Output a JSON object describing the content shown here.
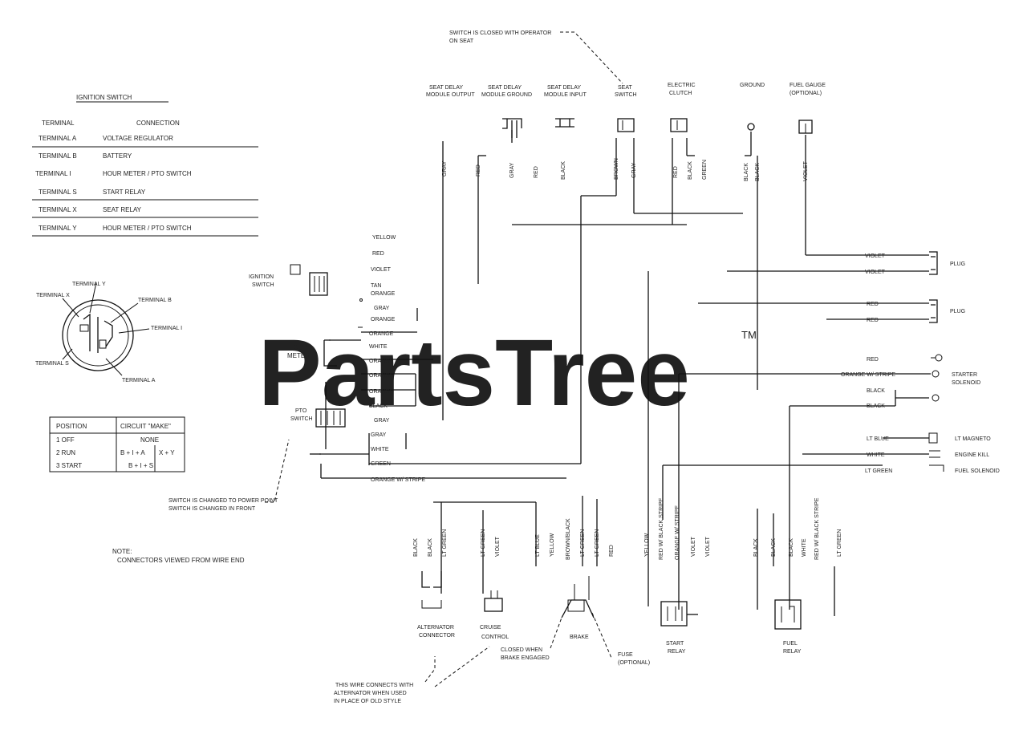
{
  "watermark": {
    "text": "PartsTree",
    "tm": "TM"
  },
  "ignition_table": {
    "title": "IGNITION SWITCH",
    "col1": "TERMINAL",
    "col2": "CONNECTION",
    "rows": [
      [
        "TERMINAL A",
        "VOLTAGE REGULATOR"
      ],
      [
        "TERMINAL B",
        "BATTERY"
      ],
      [
        "TERMINAL I",
        "HOUR METER / PTO SWITCH"
      ],
      [
        "TERMINAL S",
        "START RELAY"
      ],
      [
        "TERMINAL X",
        "SEAT RELAY"
      ],
      [
        "TERMINAL Y",
        "HOUR METER / PTO SWITCH"
      ]
    ]
  },
  "ignition_diagram": {
    "labels": [
      "TERMINAL Y",
      "TERMINAL X",
      "TERMINAL B",
      "TERMINAL I",
      "TERMINAL S",
      "TERMINAL A"
    ]
  },
  "position_table": {
    "col1": "POSITION",
    "col2": "CIRCUIT \"MAKE\"",
    "rows": [
      [
        "1 OFF",
        "NONE",
        ""
      ],
      [
        "2 RUN",
        "B + I + A",
        "X + Y"
      ],
      [
        "3 START",
        "B + I + S",
        ""
      ]
    ]
  },
  "note": {
    "title": "NOTE:",
    "text": "CONNECTORS VIEWED FROM WIRE END"
  },
  "switch_note": {
    "text": "SWITCH IS CLOSED WITH OPERATOR",
    "text2": "ON SEAT"
  },
  "top_components": [
    {
      "name": "SEAT DELAY",
      "name2": "MODULE OUTPUT"
    },
    {
      "name": "SEAT DELAY",
      "name2": "MODULE GROUND"
    },
    {
      "name": "SEAT DELAY",
      "name2": "MODULE INPUT"
    },
    {
      "name": "SEAT",
      "name2": "SWITCH"
    },
    {
      "name": "ELECTRIC",
      "name2": "CLUTCH"
    },
    {
      "name": "GROUND",
      "name2": ""
    },
    {
      "name": "FUEL GAUGE",
      "name2": "(OPTIONAL)"
    }
  ],
  "top_wire_labels": [
    "GRAY",
    "RED",
    "GRAY",
    "RED",
    "BLACK",
    "BROWN",
    "GRAY",
    "RED",
    "BLACK",
    "GREEN",
    "BLACK",
    "BLACK",
    "VIOLET"
  ],
  "connector_labels": [
    "YELLOW",
    "RED",
    "VIOLET",
    "TAN",
    "ORANGE",
    "GRAY",
    "ORANGE",
    "ORANGE",
    "WHITE",
    "ORANGE",
    "ORANGE",
    "ORANGE",
    "BLACK",
    "GRAY",
    "GRAY",
    "WHITE",
    "GREEN"
  ],
  "left_components": {
    "ignition_switch": "IGNITION\nSWITCH",
    "hour_meter": "HOUR\nMETER",
    "pto_switch": "PTO\nSWITCH"
  },
  "right_rows": [
    {
      "wire": "VIOLET",
      "wire2": "VIOLET",
      "comp": "PLUG"
    },
    {
      "wire": "RED",
      "wire2": "RED",
      "comp": "PLUG"
    },
    {
      "wire": "RED",
      "wire2": "ORANGE W/ STRIPE",
      "comp": "STARTER\nSOLENOID"
    },
    {
      "wire": "BLACK",
      "wire2": "BLACK",
      "comp": ""
    },
    {
      "wire": "LT BLUE",
      "comp": "LT MAGNETO"
    },
    {
      "wire": "WHITE",
      "comp": "ENGINE KILL"
    },
    {
      "wire": "LT GREEN",
      "comp": "FUEL SOLENOID"
    }
  ],
  "bottom_labels": {
    "pto_stripe": "ORANGE W/ STRIPE",
    "comps": [
      "ALTERNATOR\nCONNECTOR",
      "CRUISE\nCONTROL",
      "BRAKE",
      "START\nRELAY",
      "FUEL\nRELAY"
    ],
    "brake_note": "CLOSED WHEN\nBRAKE ENGAGED",
    "brake_note2": "FUSE\n(OPTIONAL)",
    "pto_note": "SWITCH IS CHANGED TO POWER POINT\nSWITCH IS CHANGED IN FRONT",
    "bottom_note": "THIS WIRE CONNECTS WITH\nALTERNATOR WHEN USED\nIN PLACE OF OLD STYLE"
  },
  "bottom_wires": [
    "BLACK",
    "BLACK",
    "LT GREEN",
    "LT GREEN",
    "VIOLET",
    "LT BLUE",
    "YELLOW",
    "BROWN/BLACK",
    "LT GREEN",
    "LT GREEN",
    "RED",
    "YELLOW",
    "RED W/ BLACK STRIPE",
    "ORANGE W/ STRIPE",
    "VIOLET",
    "VIOLET",
    "BLACK",
    "BLACK",
    "BLACK",
    "WHITE",
    "RED W/ BLACK STRIPE",
    "LT GREEN"
  ]
}
